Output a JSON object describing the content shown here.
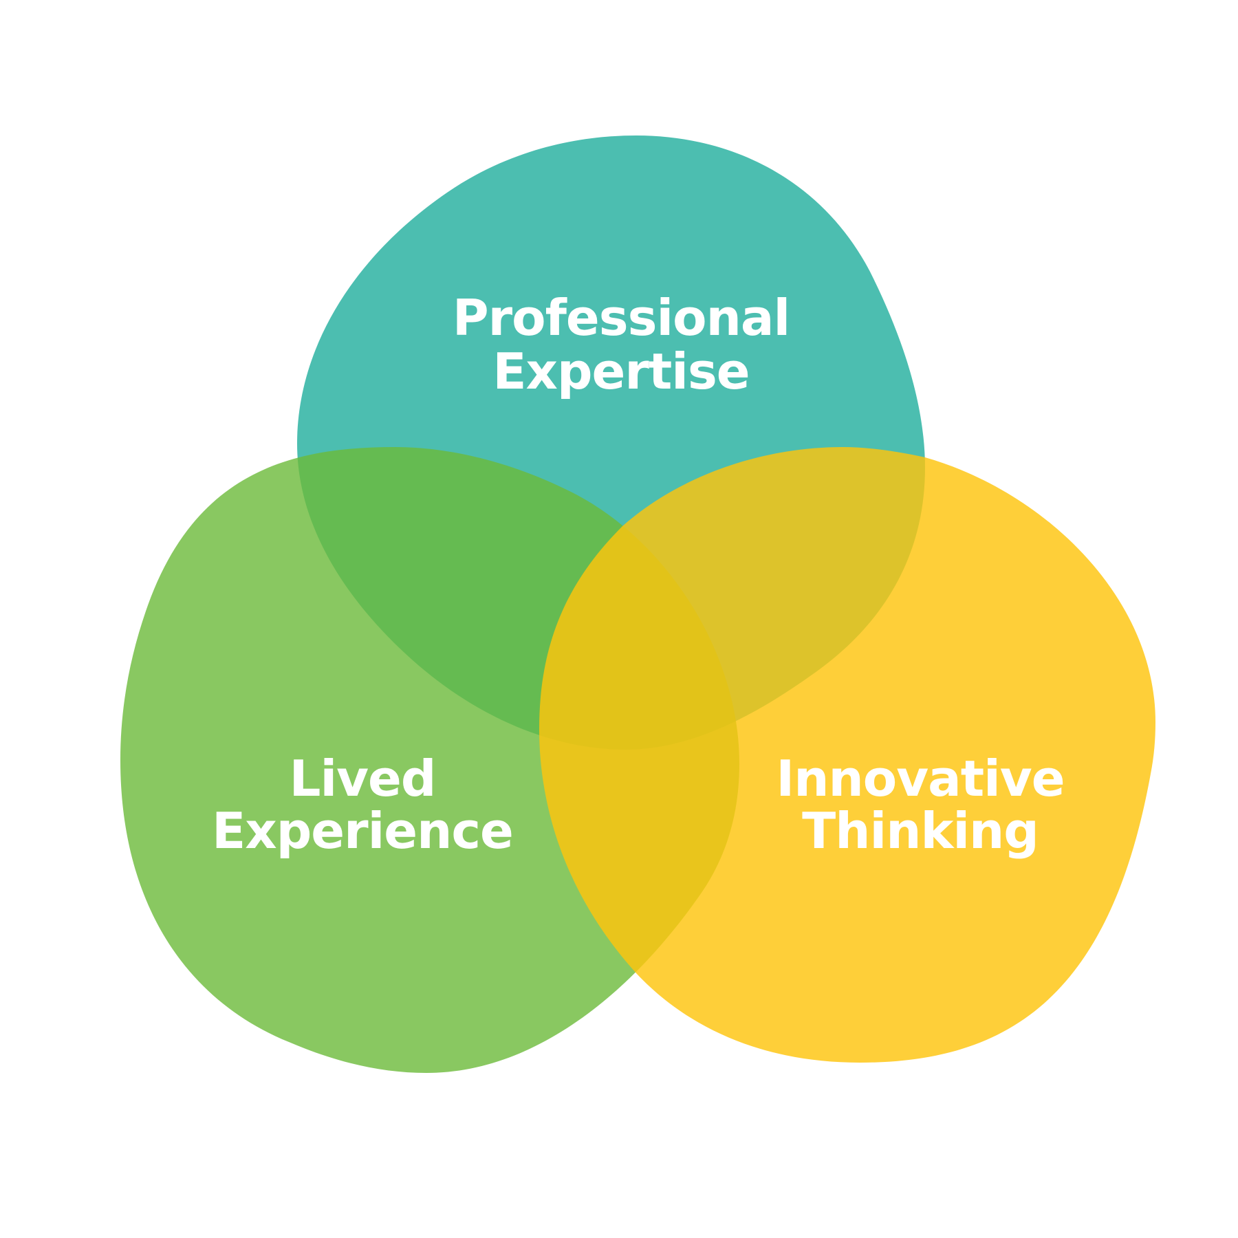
{
  "diagram": {
    "type": "venn",
    "sets": [
      {
        "id": "professional",
        "label_lines": [
          "Professional",
          "Expertise"
        ],
        "color": "#19AC9A"
      },
      {
        "id": "lived",
        "label_lines": [
          "Lived",
          "Experience"
        ],
        "color": "#6CBA3A"
      },
      {
        "id": "innovative",
        "label_lines": [
          "Innovative",
          "Thinking"
        ],
        "color": "#FEC40E"
      }
    ]
  }
}
